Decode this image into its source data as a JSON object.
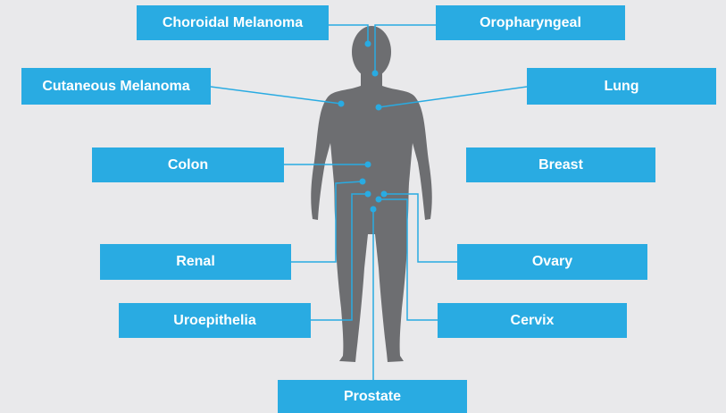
{
  "colors": {
    "background": "#e9e9eb",
    "label_fill": "#29abe2",
    "label_text": "#ffffff",
    "body_fill": "#6d6e71",
    "connector": "#29abe2"
  },
  "labels": {
    "choroidal_melanoma": "Choroidal Melanoma",
    "oropharyngeal": "Oropharyngeal",
    "cutaneous_melanoma": "Cutaneous Melanoma",
    "lung": "Lung",
    "colon": "Colon",
    "breast": "Breast",
    "renal": "Renal",
    "ovary": "Ovary",
    "uroepithelia": "Uroepithelia",
    "cervix": "Cervix",
    "prostate": "Prostate"
  }
}
